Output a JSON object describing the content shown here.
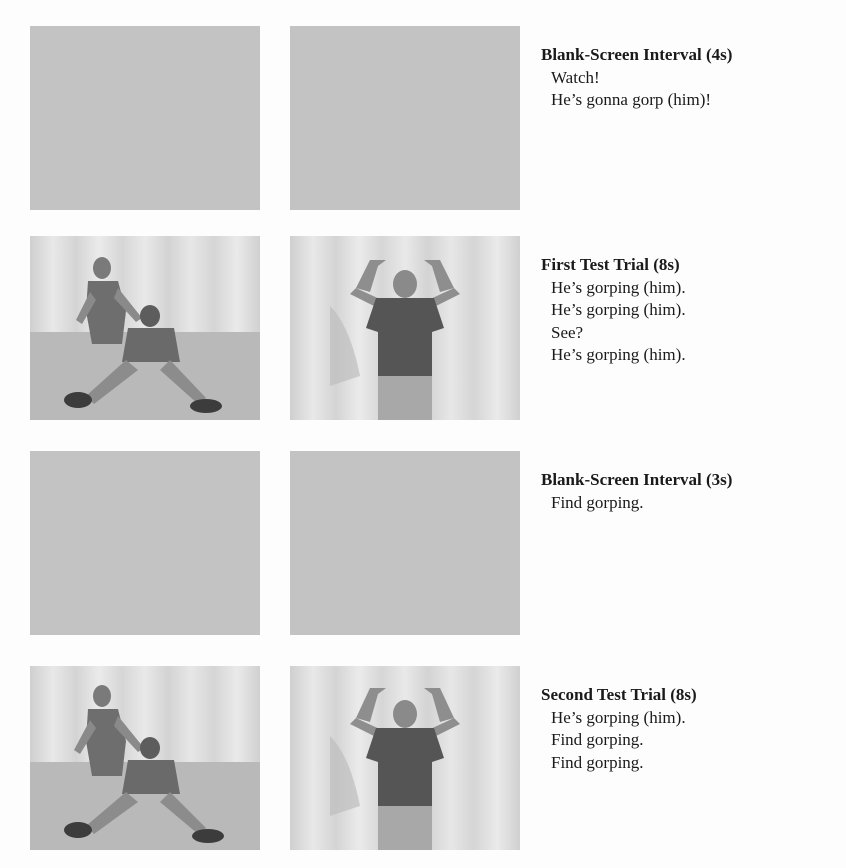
{
  "trials": [
    {
      "heading": "Blank-Screen Interval (4s)",
      "lines": [
        "Watch!",
        "He’s gonna gorp (him)!"
      ],
      "kind": "blank"
    },
    {
      "heading": "First Test Trial (8s)",
      "lines": [
        "He’s gorping (him).",
        "He’s gorping (him).",
        "See?",
        "He’s gorping (him)."
      ],
      "kind": "photo"
    },
    {
      "heading": "Blank-Screen Interval (3s)",
      "lines": [
        "Find gorping."
      ],
      "kind": "blank"
    },
    {
      "heading": "Second Test Trial (8s)",
      "lines": [
        "He’s gorping (him).",
        "Find gorping.",
        "Find gorping."
      ],
      "kind": "photo"
    }
  ],
  "colors": {
    "blank_panel": "#c3c3c3",
    "curtain": "#dedede",
    "floor": "#b8b8b8"
  }
}
